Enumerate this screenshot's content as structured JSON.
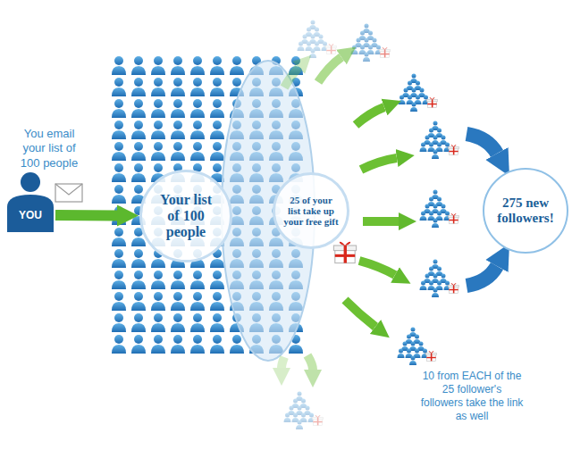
{
  "diagram": {
    "nodes": [
      {
        "text": [
          "YOU"
        ]
      },
      {
        "text": [
          "Your list of 100 people"
        ]
      },
      {
        "text": [
          "25 of your list take up your free gift"
        ]
      },
      {
        "text": [
          "275 new followers!"
        ]
      }
    ],
    "edges": [
      {
        "from": 0,
        "to": 1,
        "arrow": "to"
      }
    ],
    "labels": [
      "You email your list of 100 people",
      "10 from EACH of the 25 follower's followers take the link as well"
    ]
  }
}
